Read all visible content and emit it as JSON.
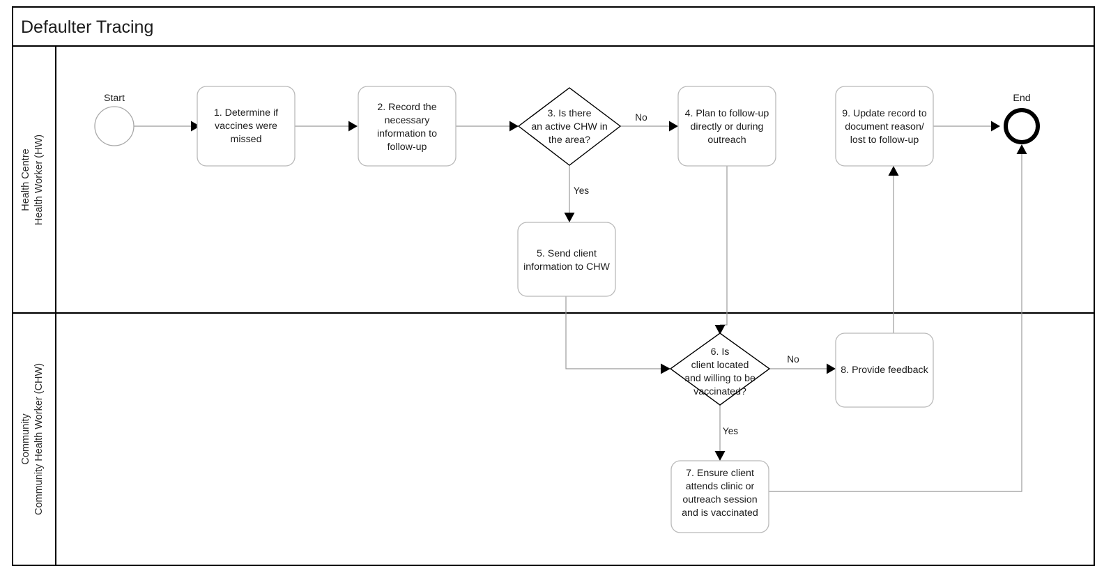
{
  "diagram": {
    "title": "Defaulter Tracing",
    "type": "bpmn-swimlane-flowchart",
    "lanes": [
      {
        "id": "lane-hw",
        "label_line1": "Health Centre",
        "label_line2": "Health Worker (HW)"
      },
      {
        "id": "lane-chw",
        "label_line1": "Community",
        "label_line2": "Community Health Worker (CHW)"
      }
    ],
    "events": [
      {
        "id": "start",
        "label": "Start",
        "kind": "start-event",
        "lane": "lane-hw"
      },
      {
        "id": "end",
        "label": "End",
        "kind": "end-event",
        "lane": "lane-hw"
      }
    ],
    "tasks": [
      {
        "id": "t1",
        "lane": "lane-hw",
        "lines": [
          "1. Determine if",
          "vaccines were",
          "missed"
        ]
      },
      {
        "id": "t2",
        "lane": "lane-hw",
        "lines": [
          "2. Record the",
          "necessary",
          "information to",
          "follow-up"
        ]
      },
      {
        "id": "t4",
        "lane": "lane-hw",
        "lines": [
          "4. Plan to follow-up",
          "directly or during",
          "outreach"
        ]
      },
      {
        "id": "t5",
        "lane": "lane-hw",
        "lines": [
          "5. Send client",
          "information to CHW"
        ]
      },
      {
        "id": "t9",
        "lane": "lane-hw",
        "lines": [
          "9. Update record to",
          "document reason/",
          "lost to follow-up"
        ]
      },
      {
        "id": "t7",
        "lane": "lane-chw",
        "lines": [
          "7. Ensure client",
          "attends clinic or",
          "outreach session",
          "and is vaccinated"
        ]
      },
      {
        "id": "t8",
        "lane": "lane-chw",
        "lines": [
          "8. Provide feedback"
        ]
      }
    ],
    "gateways": [
      {
        "id": "g3",
        "lane": "lane-hw",
        "lines": [
          "3. Is there",
          "an active CHW in",
          "the area?"
        ]
      },
      {
        "id": "g6",
        "lane": "lane-chw",
        "lines": [
          "6. Is",
          "client located",
          "and willing to be",
          "vaccinated?"
        ]
      }
    ],
    "edge_labels": {
      "g3_no": "No",
      "g3_yes": "Yes",
      "g6_no": "No",
      "g6_yes": "Yes"
    },
    "colors": {
      "frame_stroke": "#000000",
      "task_stroke": "#b9b9b9",
      "gateway_stroke": "#000000",
      "connector_stroke": "#9b9b9b",
      "text": "#1c1c1c",
      "background": "#ffffff"
    }
  }
}
